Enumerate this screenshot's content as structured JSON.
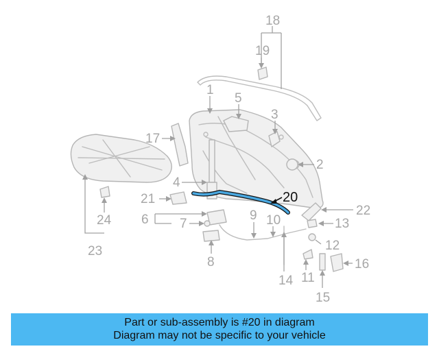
{
  "callouts": {
    "c1": "1",
    "c2": "2",
    "c3": "3",
    "c4": "4",
    "c5": "5",
    "c6": "6",
    "c7": "7",
    "c8": "8",
    "c9": "9",
    "c10": "10",
    "c11": "11",
    "c12": "12",
    "c13": "13",
    "c14": "14",
    "c15": "15",
    "c16": "16",
    "c17": "17",
    "c18": "18",
    "c19": "19",
    "c20": "20",
    "c21": "21",
    "c22": "22",
    "c23": "23",
    "c24": "24"
  },
  "highlight_part": "20",
  "colors": {
    "banner": "#4cb8f2",
    "highlight": "#4aa8e0",
    "linework": "#bdbdbd"
  },
  "banner": {
    "line1": "Part or sub-assembly is #20 in diagram",
    "line2": "Diagram may not be specific to your vehicle"
  }
}
